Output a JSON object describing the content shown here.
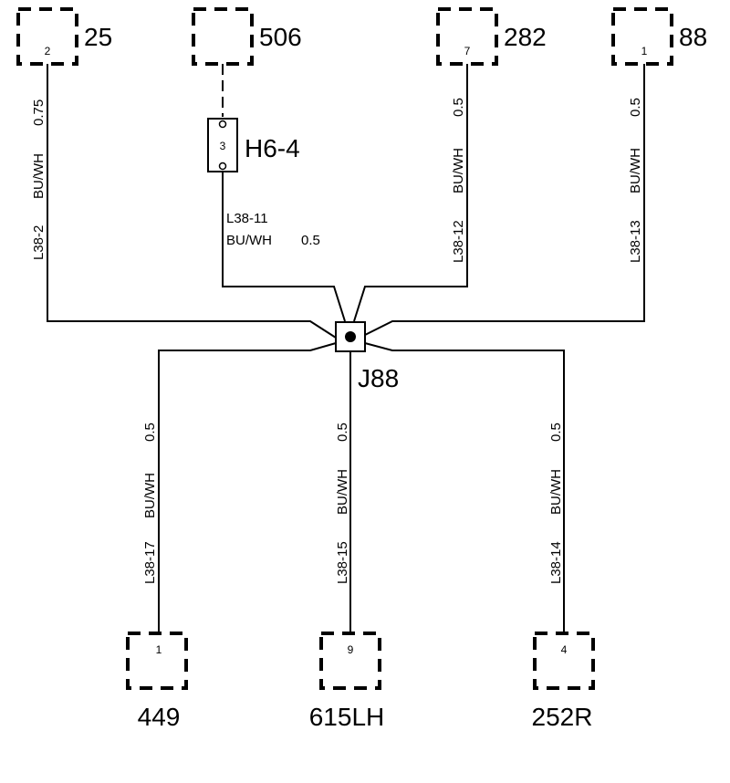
{
  "connectors": {
    "c25": {
      "id": "25",
      "pin": "2"
    },
    "c506": {
      "id": "506",
      "pin": ""
    },
    "c282": {
      "id": "282",
      "pin": "7"
    },
    "c88": {
      "id": "88",
      "pin": "1"
    },
    "c449": {
      "id": "449",
      "pin": "1"
    },
    "c615": {
      "id": "615LH",
      "pin": "9"
    },
    "c252": {
      "id": "252R",
      "pin": "4"
    }
  },
  "inline": {
    "id": "H6-4",
    "pin": "3"
  },
  "splice": {
    "id": "J88"
  },
  "wires": {
    "w2": {
      "circuit": "L38-2",
      "color": "BU/WH",
      "size": "0.75"
    },
    "w11": {
      "circuit": "L38-11",
      "color": "BU/WH",
      "size": "0.5"
    },
    "w12": {
      "circuit": "L38-12",
      "color": "BU/WH",
      "size": "0.5"
    },
    "w13": {
      "circuit": "L38-13",
      "color": "BU/WH",
      "size": "0.5"
    },
    "w17": {
      "circuit": "L38-17",
      "color": "BU/WH",
      "size": "0.5"
    },
    "w15": {
      "circuit": "L38-15",
      "color": "BU/WH",
      "size": "0.5"
    },
    "w14": {
      "circuit": "L38-14",
      "color": "BU/WH",
      "size": "0.5"
    }
  }
}
